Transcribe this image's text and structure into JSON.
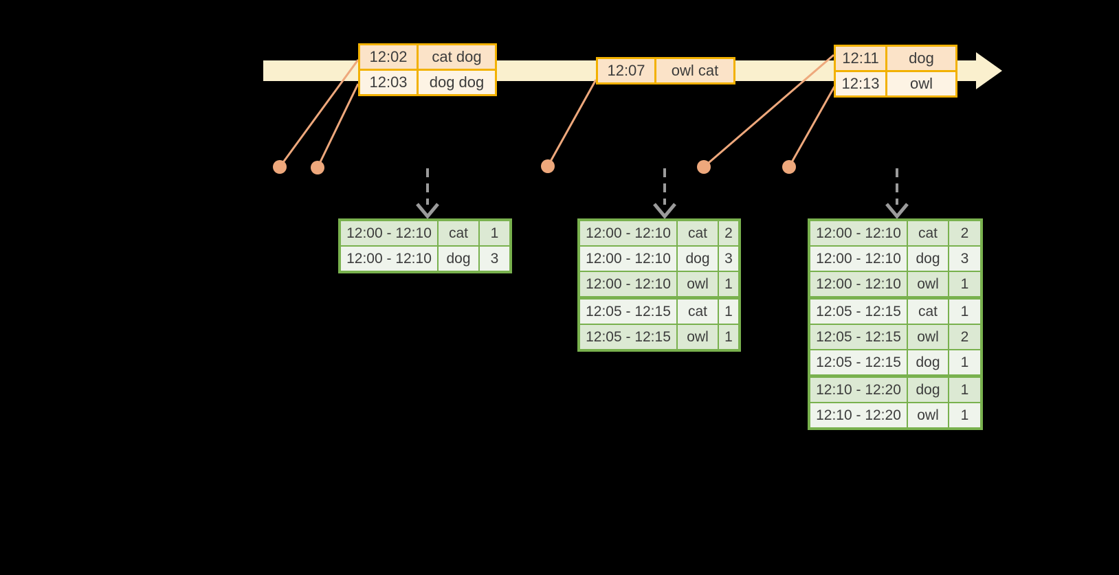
{
  "colors": {
    "background": "#000000",
    "timeline_band": "#FAF0CE",
    "event_table_border": "#F2B100",
    "event_row_dark": "#FBE3C8",
    "event_row_light": "#FDF3E4",
    "connector": "#EEA87C",
    "trigger_arrow": "#9B9B9B",
    "result_table_border": "#79B14E",
    "result_row_dark": "#DCE9D3",
    "result_row_light": "#EFF4EC",
    "text": "#3C3C3C"
  },
  "event_tables": [
    {
      "rows": [
        {
          "time": "12:02",
          "words": "cat dog"
        },
        {
          "time": "12:03",
          "words": "dog dog"
        }
      ]
    },
    {
      "rows": [
        {
          "time": "12:07",
          "words": "owl cat"
        }
      ]
    },
    {
      "rows": [
        {
          "time": "12:11",
          "words": "dog"
        },
        {
          "time": "12:13",
          "words": "owl"
        }
      ]
    }
  ],
  "result_tables": [
    {
      "rows": [
        {
          "window": "12:00 - 12:10",
          "word": "cat",
          "count": "1"
        },
        {
          "window": "12:00 - 12:10",
          "word": "dog",
          "count": "3"
        }
      ]
    },
    {
      "rows": [
        {
          "window": "12:00 - 12:10",
          "word": "cat",
          "count": "2"
        },
        {
          "window": "12:00 - 12:10",
          "word": "dog",
          "count": "3"
        },
        {
          "window": "12:00 - 12:10",
          "word": "owl",
          "count": "1"
        },
        {
          "window": "12:05 - 12:15",
          "word": "cat",
          "count": "1"
        },
        {
          "window": "12:05 - 12:15",
          "word": "owl",
          "count": "1"
        }
      ]
    },
    {
      "rows": [
        {
          "window": "12:00 - 12:10",
          "word": "cat",
          "count": "2"
        },
        {
          "window": "12:00 - 12:10",
          "word": "dog",
          "count": "3"
        },
        {
          "window": "12:00 - 12:10",
          "word": "owl",
          "count": "1"
        },
        {
          "window": "12:05 - 12:15",
          "word": "cat",
          "count": "1"
        },
        {
          "window": "12:05 - 12:15",
          "word": "owl",
          "count": "2"
        },
        {
          "window": "12:05 - 12:15",
          "word": "dog",
          "count": "1"
        },
        {
          "window": "12:10 - 12:20",
          "word": "dog",
          "count": "1"
        },
        {
          "window": "12:10 - 12:20",
          "word": "owl",
          "count": "1"
        }
      ]
    }
  ]
}
